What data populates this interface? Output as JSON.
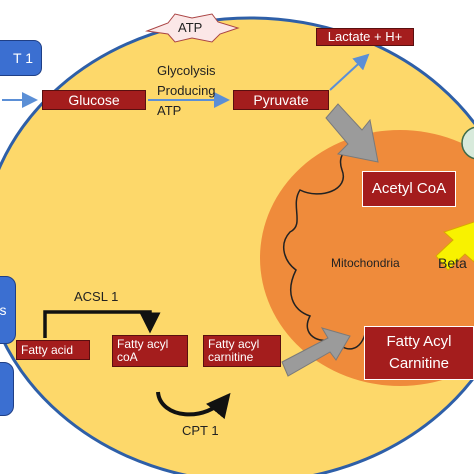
{
  "colors": {
    "cell_fill": "#fdd86a",
    "cell_border": "#2e5fa8",
    "mito_fill": "#ef8b3b",
    "box_fill": "#a41d1d",
    "arrow_gray": "#9b9b9b",
    "arrow_blue": "#5b8fd6",
    "arrow_yellow": "#f8f200",
    "transporter_blue": "#3b6fd1"
  },
  "labels": {
    "atp": "ATP",
    "lactate": "Lactate + H+",
    "glucose": "Glucose",
    "glycolysis": "Glycolysis",
    "producing": "Producing",
    "atp_small": "ATP",
    "pyruvate": "Pyruvate",
    "acetyl_coa": "Acetyl CoA",
    "mitochondria": "Mitochondria",
    "beta": "Beta",
    "acsl1": "ACSL 1",
    "fatty_acid": "Fatty acid",
    "fatty_acyl_coa_1": "Fatty acyl",
    "fatty_acyl_coa_2": "coA",
    "fatty_acyl_carnitine_1": "Fatty acyl",
    "fatty_acyl_carnitine_2": "carnitine",
    "big_fatty_acyl": "Fatty Acyl",
    "big_carnitine": "Carnitine",
    "cpt1": "CPT 1",
    "transporter_top": "T 1",
    "transporter_mid": "s"
  }
}
